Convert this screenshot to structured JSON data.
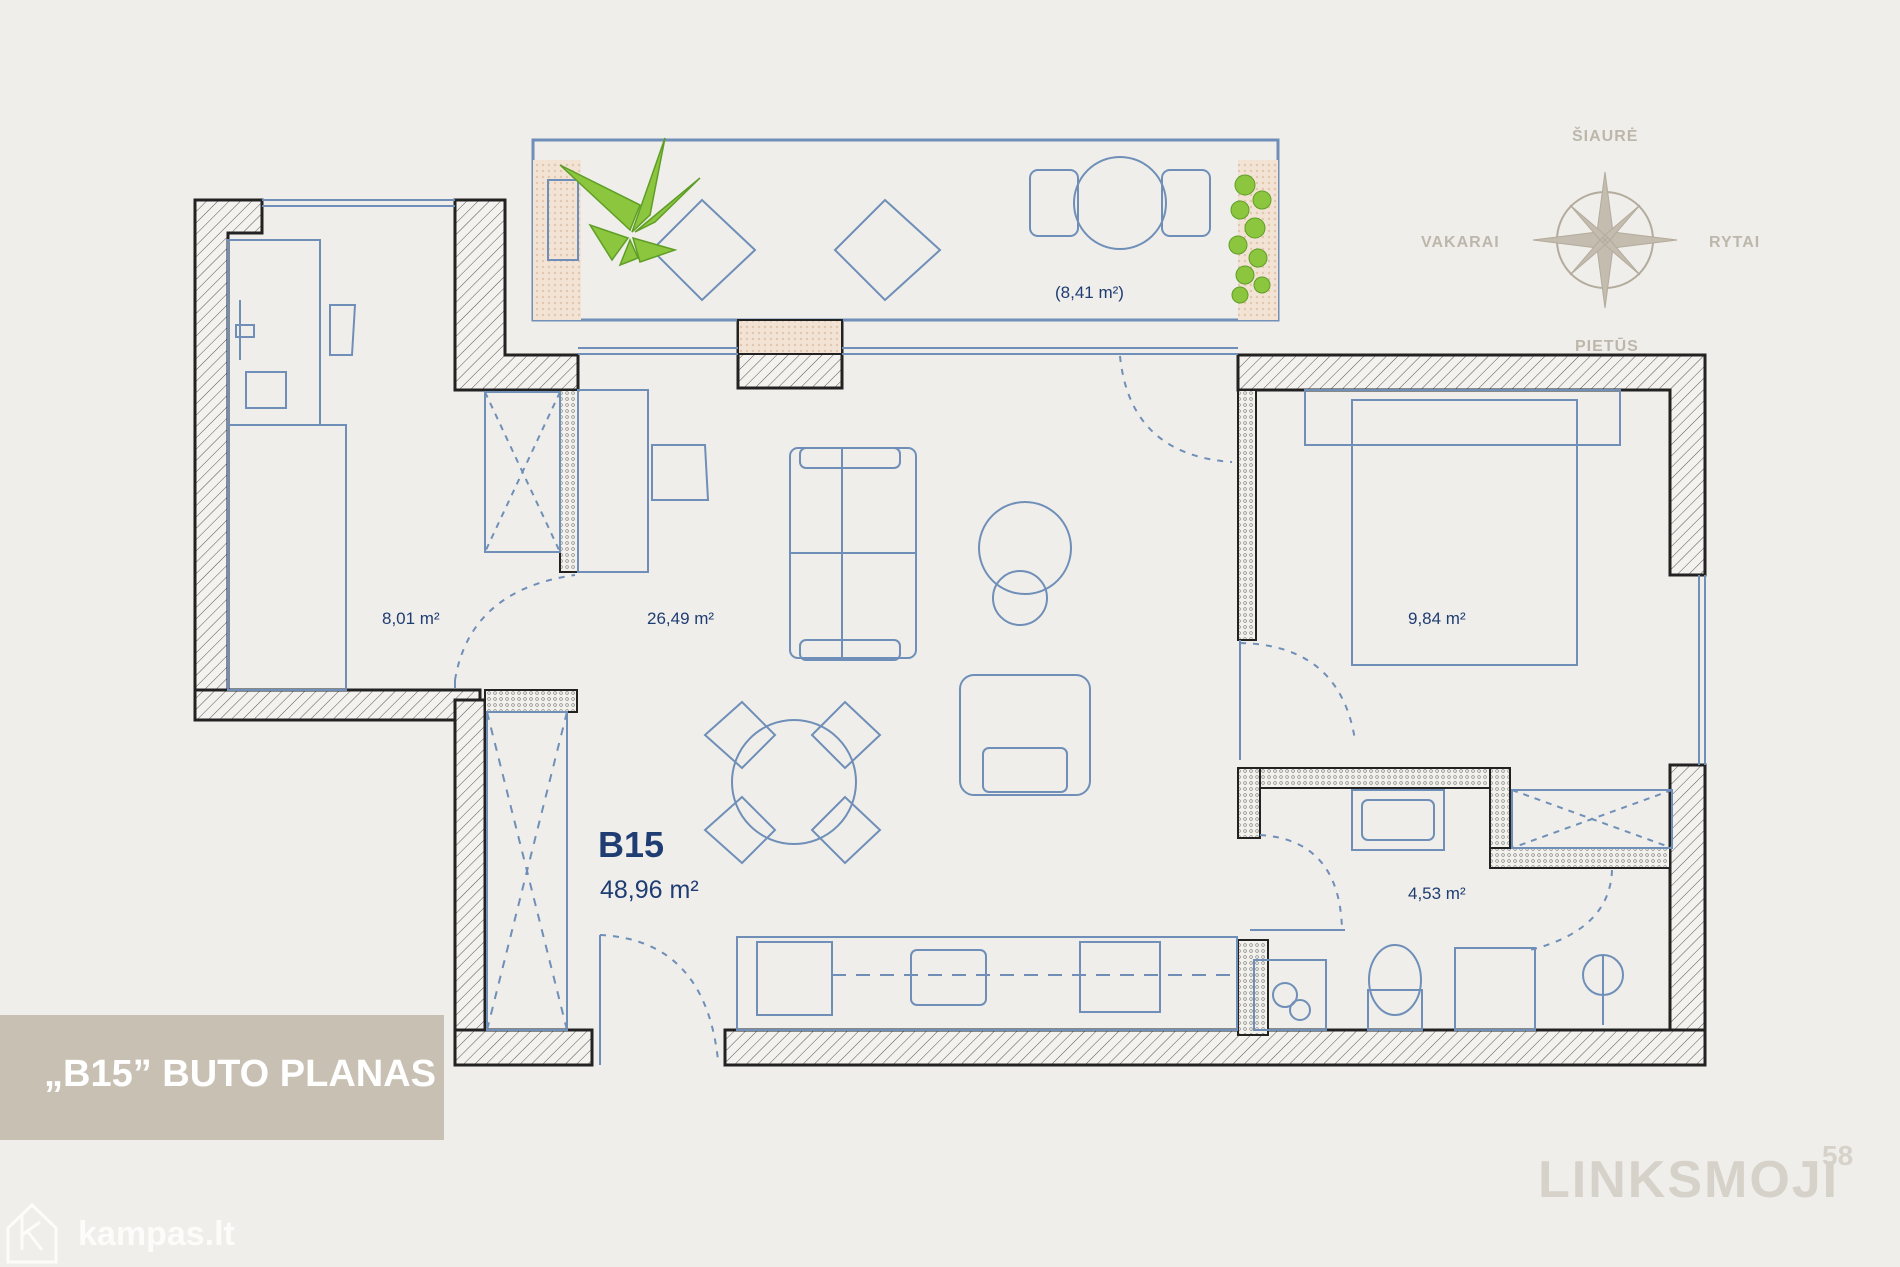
{
  "rooms": {
    "balcony_area": "(8,41 m²)",
    "study_area": "8,01 m²",
    "living_area": "26,49 m²",
    "bedroom_area": "9,84 m²",
    "bathroom_area": "4,53 m²"
  },
  "apartment": {
    "code": "B15",
    "total_area": "48,96 m²"
  },
  "compass": {
    "north": "ŠIAURĖ",
    "west": "VAKARAI",
    "east": "RYTAI",
    "south": "PIETŪS"
  },
  "banner": {
    "title": "„B15” BUTO PLANAS"
  },
  "brand": {
    "name": "LINKSMOJI",
    "number": "58"
  },
  "watermark": {
    "text": "kampas.lt",
    "icon": "house-k-icon"
  },
  "colors": {
    "background": "#efeeea",
    "wall": "#222222",
    "furniture": "#6f8fb8",
    "label": "#1f3d73",
    "banner": "#c8c1b3",
    "compass": "#bdb7ab",
    "plant": "#8cc63f"
  }
}
